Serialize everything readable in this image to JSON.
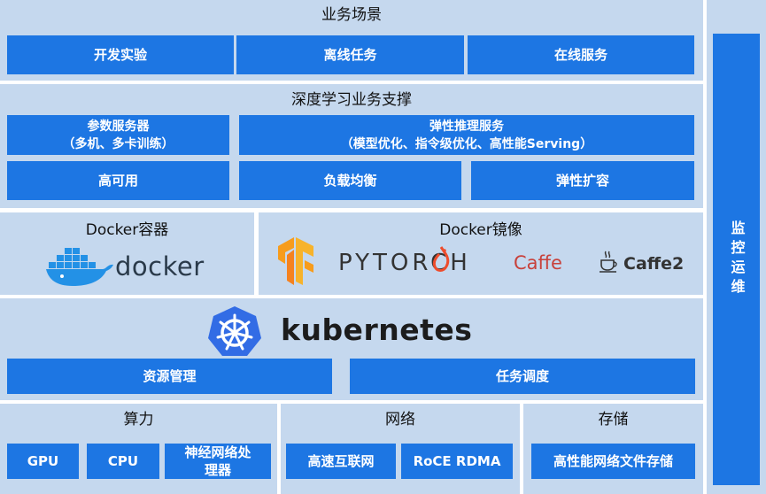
{
  "business": {
    "title": "业务场景",
    "items": [
      "开发实验",
      "离线任务",
      "在线服务"
    ]
  },
  "dl": {
    "title": "深度学习业务支撑",
    "param_server": "参数服务器\n（多机、多卡训练）",
    "elastic_inference": "弹性推理服务\n（模型优化、指令级优化、高性能Serving）",
    "high_availability": "高可用",
    "load_balance": "负载均衡",
    "elastic_scaling": "弹性扩容"
  },
  "docker_container": {
    "title": "Docker容器",
    "logo_text": "docker"
  },
  "docker_image": {
    "title": "Docker镜像",
    "logos": [
      "PYTORCH",
      "Caffe",
      "Caffe2"
    ]
  },
  "kubernetes": {
    "logo_text": "kubernetes",
    "resource_mgmt": "资源管理",
    "task_scheduling": "任务调度"
  },
  "compute": {
    "title": "算力",
    "items": [
      "GPU",
      "CPU",
      "神经网络处\n理器"
    ]
  },
  "network": {
    "title": "网络",
    "items": [
      "高速互联网",
      "RoCE RDMA"
    ]
  },
  "storage": {
    "title": "存储",
    "items": [
      "高性能网络文件存储"
    ]
  },
  "monitoring": {
    "label": "监控运维"
  },
  "colors": {
    "panel": "#c5d8ee",
    "button": "#1d76e3",
    "docker_blue": "#2391e6",
    "k8s_blue": "#326ce5",
    "tensorflow_orange": "#f79c1c",
    "pytorch_red": "#ee4c2c",
    "caffe_red": "#c8413b"
  }
}
